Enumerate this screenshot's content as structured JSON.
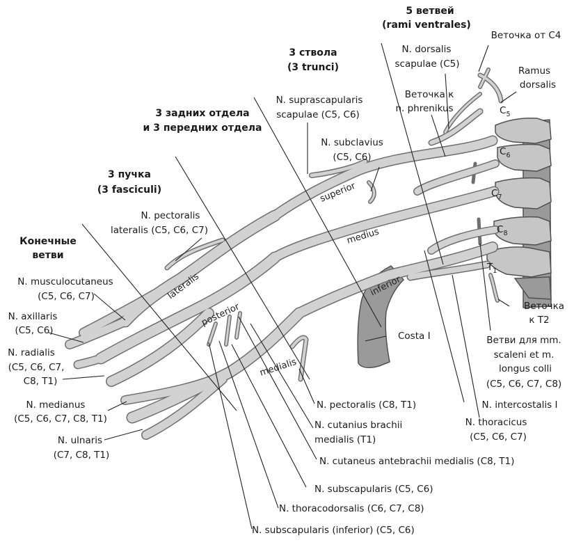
{
  "headers": {
    "rami_1": "5 ветвей",
    "rami_2": "(rami ventrales)",
    "trunci_1": "3 ствола",
    "trunci_2": "(3 trunci)",
    "divisiones_1": "3 задних отдела",
    "divisiones_2": "и 3 передних отдела",
    "fasciculi_1": "3 пучка",
    "fasciculi_2": "(3 fasciculi)",
    "terminal_1": "Конечные",
    "terminal_2": "ветви"
  },
  "trunk_labels": {
    "superior": "superior",
    "medius": "medius",
    "inferior": "inferior"
  },
  "cord_labels": {
    "lateralis": "lateralis",
    "posterior": "posterior",
    "medialis": "medialis"
  },
  "root_labels": {
    "c5": "C",
    "c6": "C",
    "c7": "C",
    "c8": "C",
    "t1": "T",
    "n5": "5",
    "n6": "6",
    "n7": "7",
    "n8": "8",
    "n1": "1"
  },
  "bone_label": "Costa I",
  "labels_left": {
    "musculocutaneus_1": "N. musculocutaneus",
    "musculocutaneus_2": "(C5, C6, C7)",
    "axillaris_1": "N. axillaris",
    "axillaris_2": "(C5, C6)",
    "radialis_1": "N. radialis",
    "radialis_2": "(C5, C6, C7,",
    "radialis_3": "C8, T1)",
    "medianus_1": "N. medianus",
    "medianus_2": "(C5, C6, C7, C8, T1)",
    "ulnaris_1": "N. ulnaris",
    "ulnaris_2": "(C7, C8, T1)",
    "pectoralis_lat_1": "N. pectoralis",
    "pectoralis_lat_2": "lateralis (C5, C6, C7)"
  },
  "labels_top": {
    "suprascapularis_1": "N. suprascapularis",
    "suprascapularis_2": "scapulae (C5, C6)",
    "subclavius_1": "N. subclavius",
    "subclavius_2": "(C5, C6)",
    "dorsalis_scap_1": "N. dorsalis",
    "dorsalis_scap_2": "scapulae (C5)",
    "vetochka_phren_1": "Веточка к",
    "vetochka_phren_2": "n. phrenikus",
    "vetochka_c4": "Веточка от C4",
    "ramus_dorsalis_1": "Ramus",
    "ramus_dorsalis_2": "dorsalis"
  },
  "labels_right": {
    "vetochka_t2_1": "Веточка",
    "vetochka_t2_2": "к T2",
    "scaleni_1": "Ветви для mm.",
    "scaleni_2": "scaleni et m.",
    "scaleni_3": "longus colli",
    "scaleni_4": "(C5, C6, C7, C8)",
    "intercostalis": "N. intercostalis I",
    "thoracicus_1": "N. thoracicus",
    "thoracicus_2": "(C5, C6, C7)"
  },
  "labels_bottom": {
    "pectoralis_med": "N. pectoralis (C8, T1)",
    "cut_brachii_1": "N. cutanius brachii",
    "cut_brachii_2": "medialis (T1)",
    "cut_antebrachii": "N. cutaneus antebrachii medialis (C8, T1)",
    "subscapularis": "N. subscapularis (C5, C6)",
    "thoracodorsalis": "N. thoracodorsalis (C6, C7, C8)",
    "subscap_inf": "N. subscapularis (inferior) (C5, C6)"
  }
}
